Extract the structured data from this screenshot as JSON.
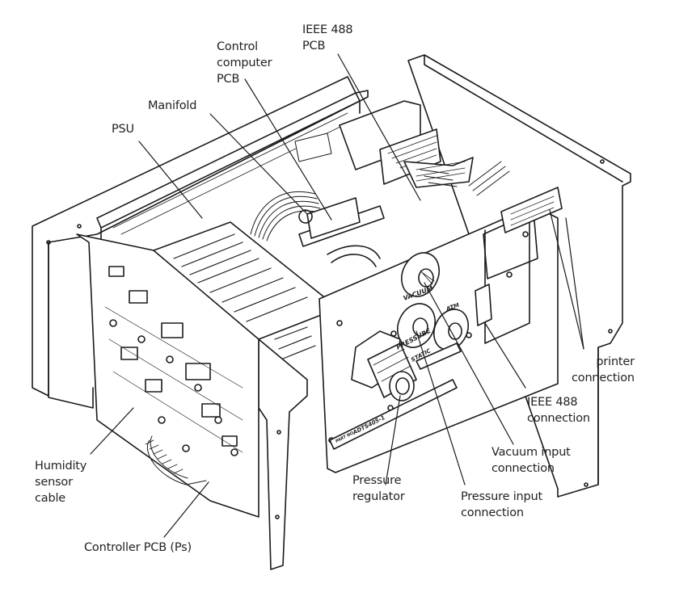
{
  "figure": {
    "subject": "Instrument chassis, exploded isometric view with callouts",
    "labels": {
      "ieee_pcb": "IEEE 488\nPCB",
      "control_pcb": "Control\ncomputer\nPCB",
      "manifold": "Manifold",
      "psu": "PSU",
      "printer": "printer\nconnection",
      "ieee_conn": "IEEE 488\nconnection",
      "vacuum": "Vacuum input\nconnection",
      "pressure_input": "Pressure input\nconnection",
      "pressure_regulator": "Pressure\nregulator",
      "humidity": "Humidity\nsensor\ncable",
      "controller": "Controller PCB (Ps)"
    },
    "panel_markings": {
      "vacuum": "VACUUM",
      "atm": "ATM",
      "pressure": "PRESSURE",
      "static": "STATIC",
      "part_no": "PART NO",
      "part_number": "ADTS405-1"
    }
  }
}
